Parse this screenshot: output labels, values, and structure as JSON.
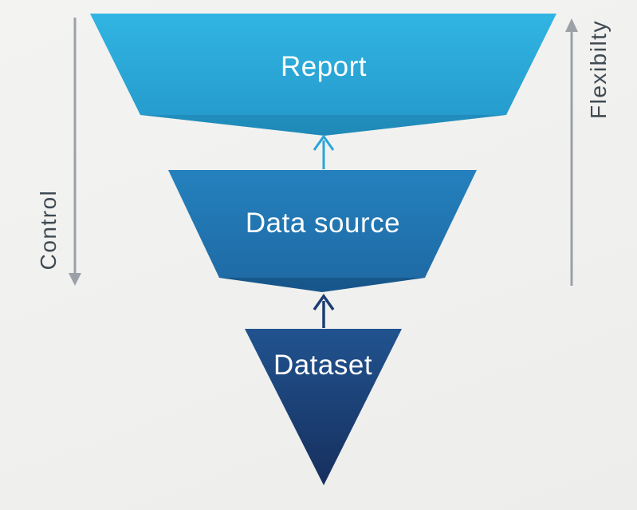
{
  "diagram": {
    "title": "funnel-control-vs-flexibility",
    "layers": [
      {
        "label": "Report"
      },
      {
        "label": "Data source"
      },
      {
        "label": "Dataset"
      }
    ],
    "left_axis": {
      "label": "Control"
    },
    "right_axis": {
      "label": "Flexibilty"
    }
  },
  "colors": {
    "report_top": "#31b5e2",
    "report_bottom": "#2397c9",
    "datasource_top": "#2481bd",
    "datasource_bottom": "#1e68a3",
    "dataset_top": "#21538f",
    "dataset_bottom": "#162f5d",
    "arrow_cyan": "#2aa5d8",
    "arrow_navy": "#1b3e72",
    "axis_gray": "#9ba1a6",
    "axis_text": "#3f4a52",
    "label_text": "#ffffff",
    "background": "#f1f1ef"
  }
}
